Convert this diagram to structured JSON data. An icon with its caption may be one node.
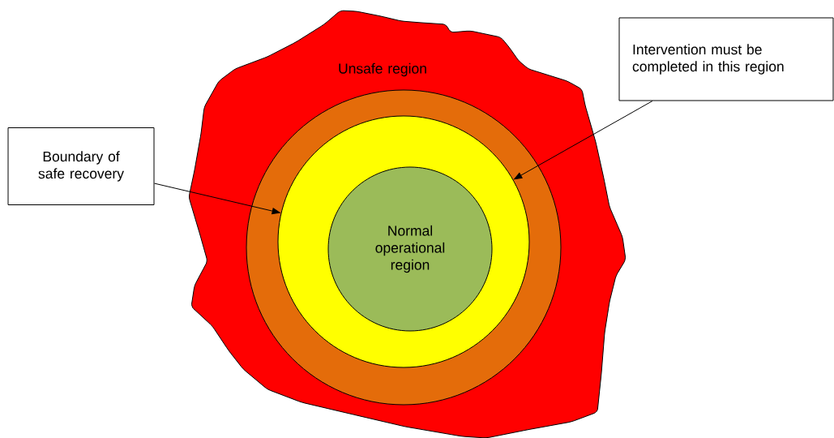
{
  "diagram": {
    "nodes": [
      {
        "text": [
          "Unsafe region"
        ]
      },
      {
        "text": [],
        "shape": "circle",
        "in": 0
      },
      {
        "text": [],
        "shape": "circle",
        "in": 1
      },
      {
        "text": [
          "Normal operational region"
        ],
        "in": 2
      },
      {
        "text": [
          "Boundary of safe recovery"
        ]
      },
      {
        "text": [
          "Intervention must be completed in this region"
        ]
      }
    ],
    "edges": [
      {
        "from": 4,
        "to": 2,
        "arrow": "to"
      },
      {
        "from": 5,
        "to": 2,
        "arrow": "to"
      }
    ]
  }
}
